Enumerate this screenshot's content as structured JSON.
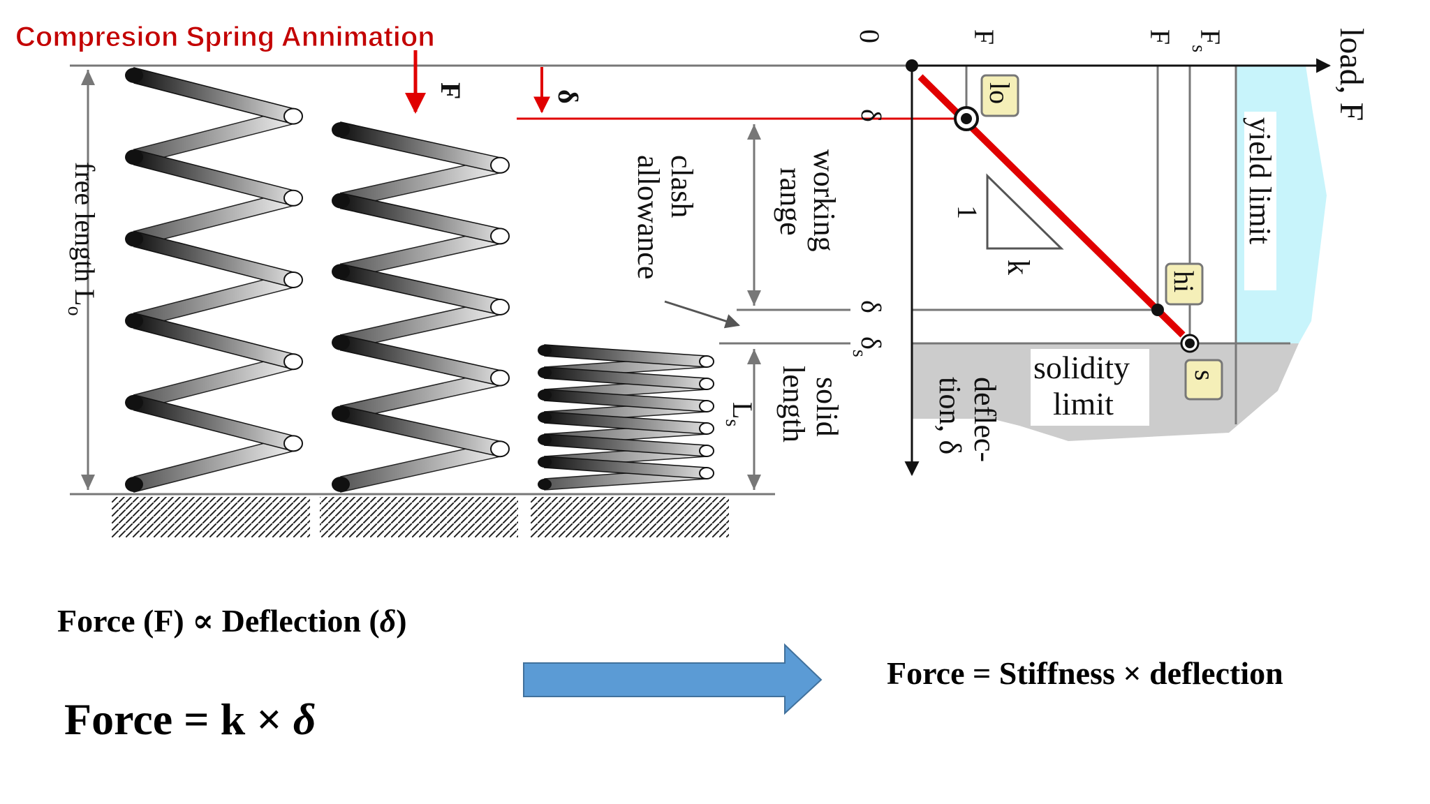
{
  "title": "Compresion Spring Annimation",
  "labels": {
    "free_length": "free length L",
    "free_length_sub": "o",
    "force_F": "F",
    "delta": "δ",
    "working_range_line1": "working",
    "working_range_line2": "range",
    "clash_line1": "clash",
    "clash_line2": "allowance",
    "solid_line1": "solid",
    "solid_line2": "length",
    "solid_symbol": "L",
    "solid_symbol_sub": "s",
    "axis_zero": "0",
    "axis_F_lo": "F",
    "axis_F_hi": "F",
    "axis_F_s": "F",
    "axis_F_s_sub": "s",
    "axis_load": "load, F",
    "axis_defl_line1": "deflec-",
    "axis_defl_line2": "tion, δ",
    "delta_lo": "δ",
    "delta_hi": "δ",
    "delta_s": "δ",
    "delta_s_sub": "s",
    "box_lo": "lo",
    "box_hi": "hi",
    "box_s": "s",
    "slope_one": "1",
    "slope_k": "k",
    "yield_limit": "yield limit",
    "solidity_line1": "solidity",
    "solidity_line2": "limit"
  },
  "formulas": {
    "eq1_a": "Force (F) ∝ Deflection (",
    "eq1_delta": "δ",
    "eq1_b": ")",
    "eq2_a": "Force = k × ",
    "eq2_delta": "δ",
    "eq3": "Force = Stiffness × deflection"
  },
  "colors": {
    "red": "#e00000",
    "arrow_blue": "#5b9bd5",
    "arrow_blue_stroke": "#41719c",
    "yield_cyan": "#c8f4fb",
    "solid_gray": "#cccccc",
    "box_fill": "#f5efb8"
  }
}
